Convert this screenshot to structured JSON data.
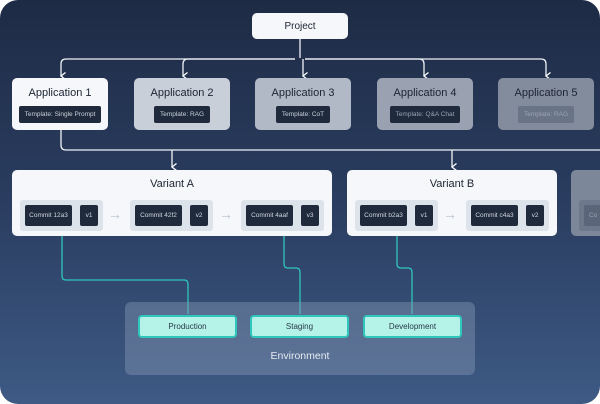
{
  "project": {
    "label": "Project"
  },
  "applications": [
    {
      "name": "Application 1",
      "template": "Template: Single Prompt"
    },
    {
      "name": "Application 2",
      "template": "Template: RAG"
    },
    {
      "name": "Application 3",
      "template": "Template: CoT"
    },
    {
      "name": "Application 4",
      "template": "Template: Q&A Chat"
    },
    {
      "name": "Application 5",
      "template": "Template: RAG"
    }
  ],
  "variants": [
    {
      "name": "Variant A",
      "commits": [
        {
          "id": "Commit 12a3",
          "version": "v1"
        },
        {
          "id": "Commit 42f2",
          "version": "v2"
        },
        {
          "id": "Commit 4aaf",
          "version": "v3"
        }
      ]
    },
    {
      "name": "Variant B",
      "commits": [
        {
          "id": "Commit b2a3",
          "version": "v1"
        },
        {
          "id": "Commit c4a3",
          "version": "v2"
        }
      ]
    },
    {
      "partial_commit": "Co"
    }
  ],
  "environment": {
    "label": "Environment",
    "items": [
      "Production",
      "Staging",
      "Development"
    ]
  },
  "colors": {
    "accent": "#2fc6bb",
    "env_fill": "#b5f2e8",
    "node_dark": "#1f2a3c"
  }
}
